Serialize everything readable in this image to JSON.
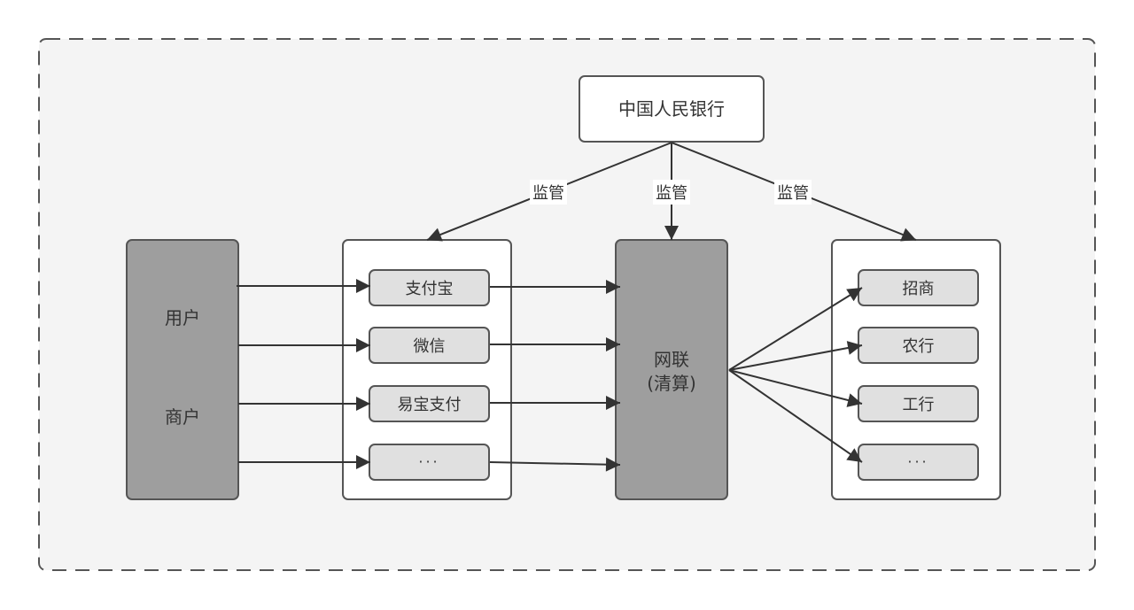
{
  "colors": {
    "canvas_bg": "#f4f4f4",
    "border": "#555555",
    "dark_fill": "#9e9e9e",
    "group_fill": "#ffffff",
    "item_fill": "#e0e0e0",
    "edge": "#333333",
    "text": "#333333"
  },
  "nodes": {
    "pboc": "中国人民银行",
    "actors_top": "用户",
    "actors_bottom": "商户",
    "netunion_line1": "网联",
    "netunion_line2": "(清算)"
  },
  "payment_institutions": [
    "支付宝",
    "微信",
    "易宝支付",
    "···"
  ],
  "banks": [
    "招商",
    "农行",
    "工行",
    "···"
  ],
  "edge_labels": {
    "supervise_left": "监管",
    "supervise_center": "监管",
    "supervise_right": "监管"
  }
}
